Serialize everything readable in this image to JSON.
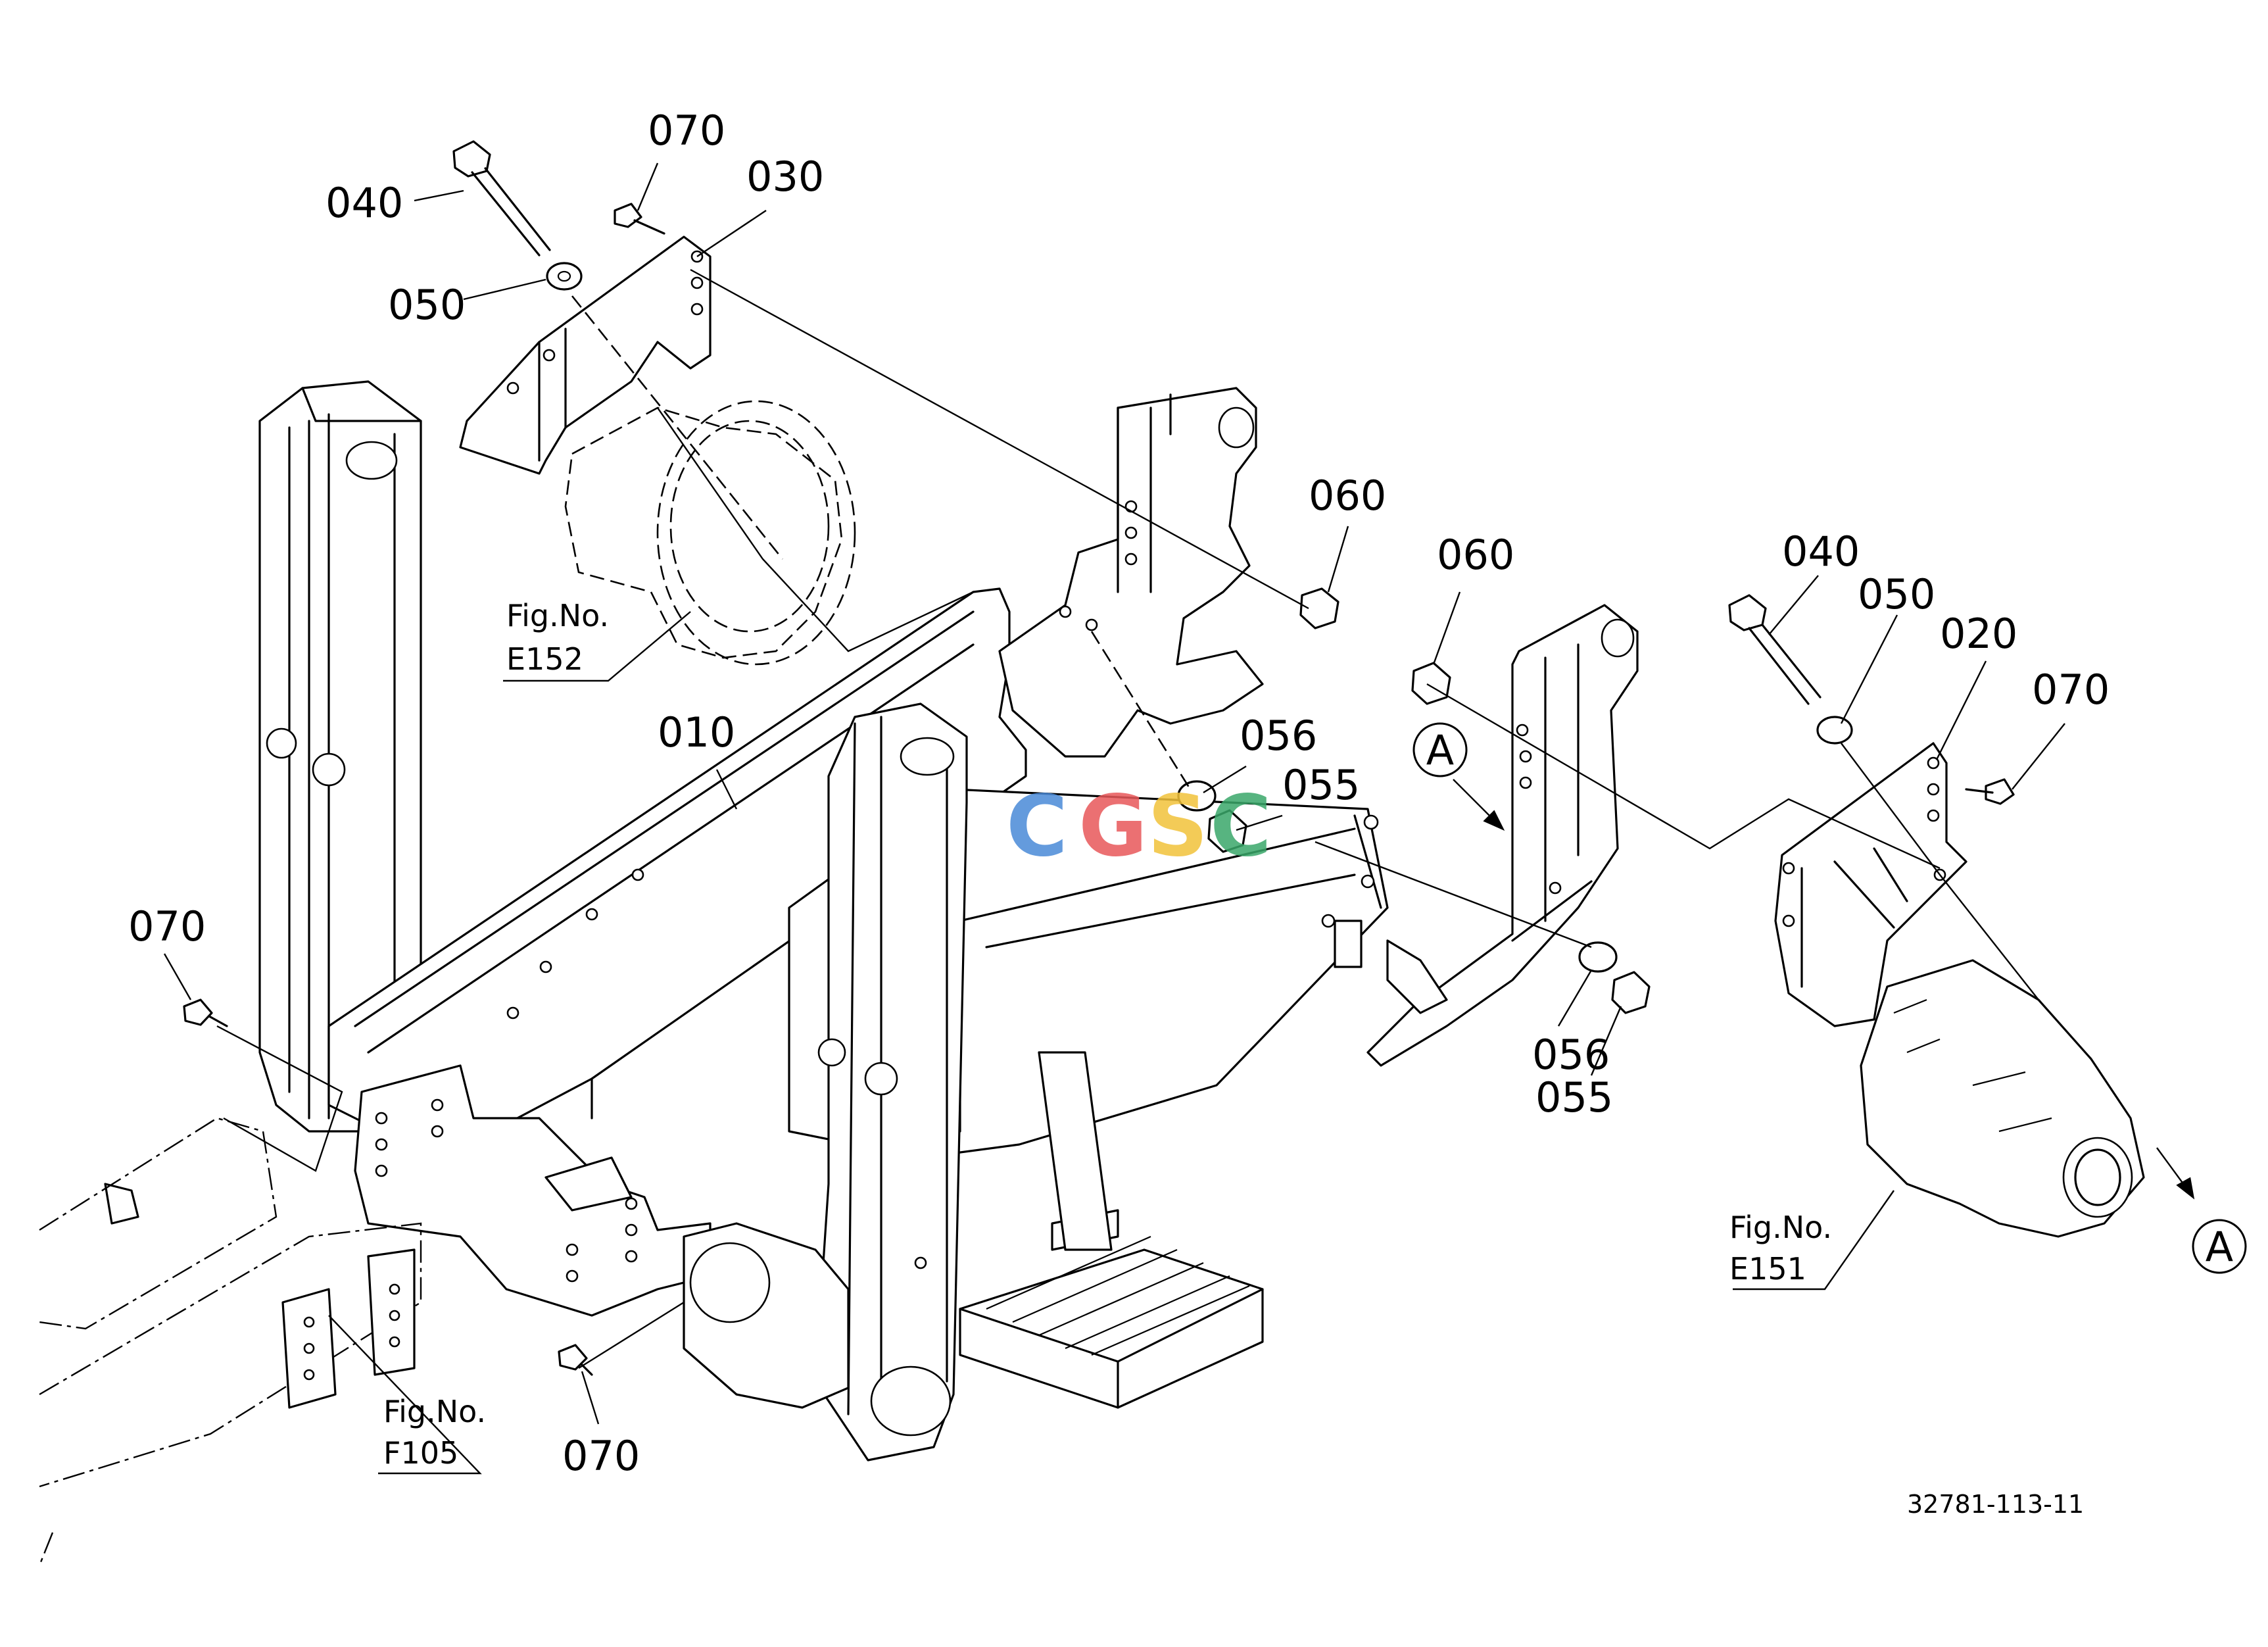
{
  "callouts": {
    "c1": "040",
    "c2": "070",
    "c3": "030",
    "c4": "050",
    "c5": "060",
    "c6": "060",
    "c7": "010",
    "c8": "056",
    "c9": "055",
    "c10": "040",
    "c11": "050",
    "c12": "020",
    "c13": "070",
    "c14": "070",
    "c15": "056",
    "c16": "055",
    "c17": "070"
  },
  "figure_refs": {
    "e152_a": "Fig.No.",
    "e152_b": "E152",
    "e151_a": "Fig.No.",
    "e151_b": "E151",
    "f105_a": "Fig.No.",
    "f105_b": "F105"
  },
  "view_marks": {
    "a_left": "A",
    "a_right": "A"
  },
  "watermark": {
    "letters": [
      "C",
      "G",
      "S",
      "C"
    ],
    "colors": [
      "#4a8ad8",
      "#e8585a",
      "#f2c23a",
      "#3aa86a"
    ]
  },
  "drawing_number": "32781-113-11"
}
